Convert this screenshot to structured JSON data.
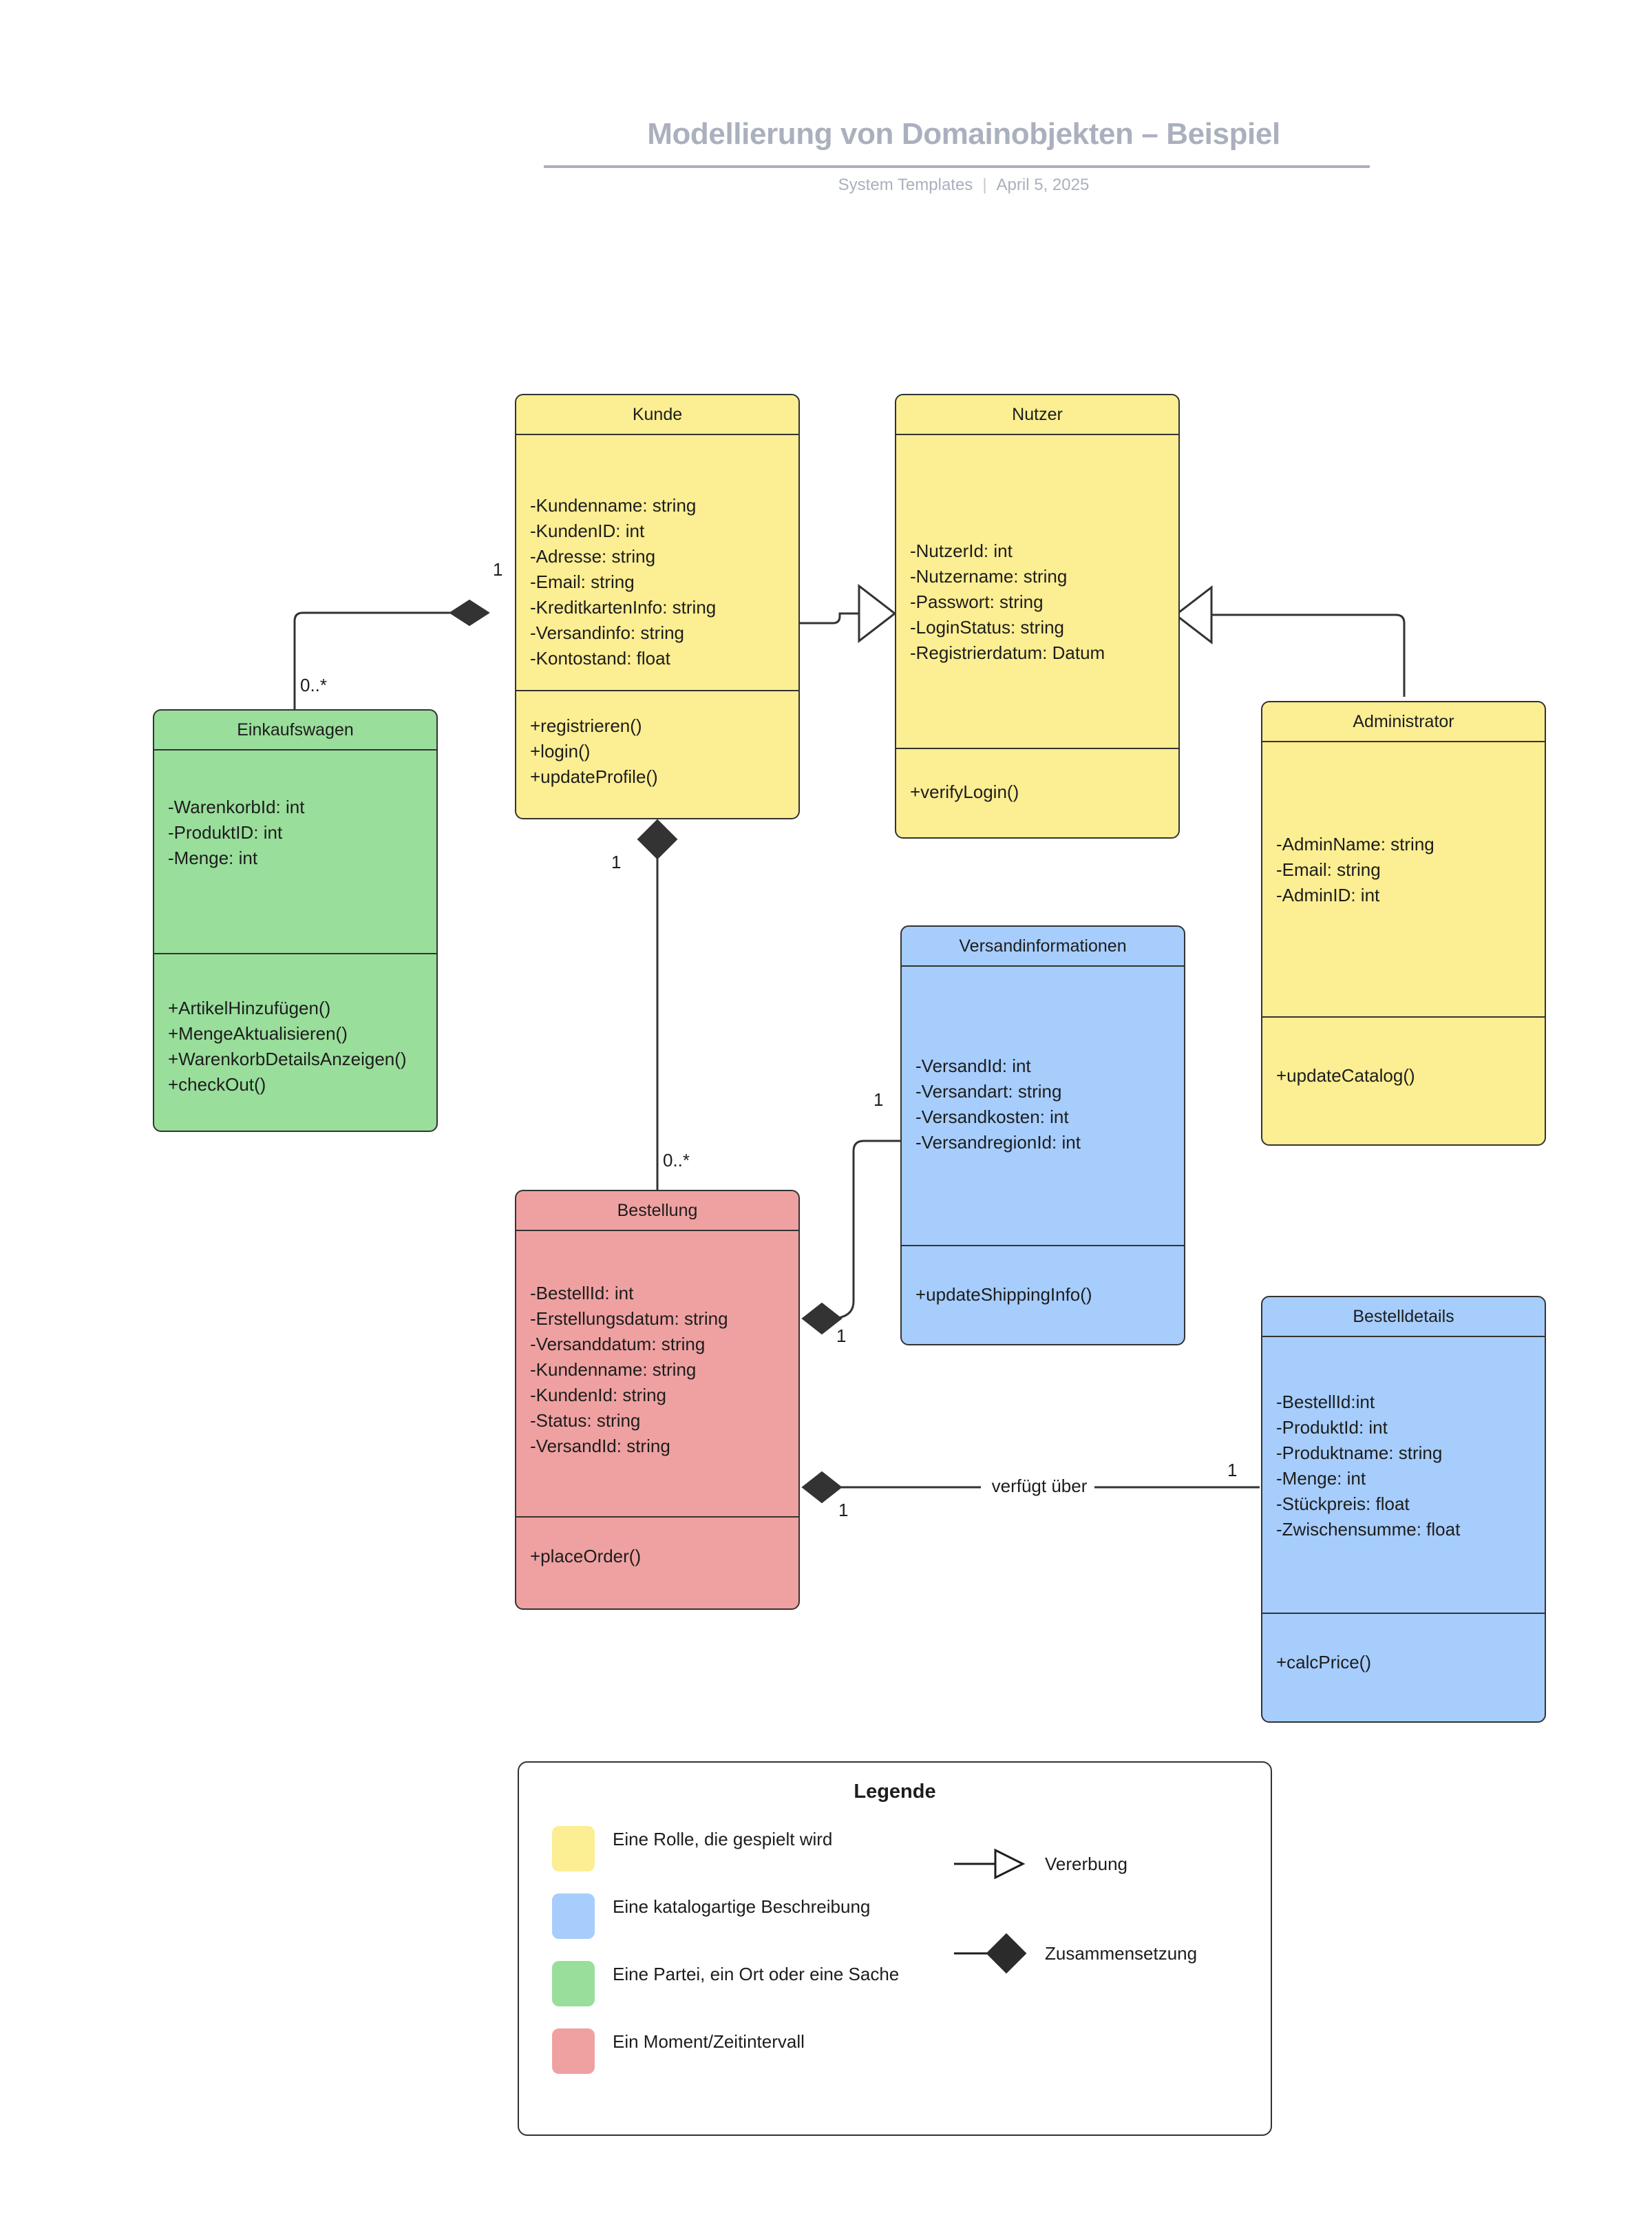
{
  "header": {
    "title": "Modellierung von Domainobjekten – Beispiel",
    "source": "System Templates",
    "date": "April 5, 2025",
    "separator": "|"
  },
  "diagram": {
    "type": "uml-class-diagram",
    "classes": [
      {
        "id": "kunde",
        "name": "Kunde",
        "color": "#FCEE92",
        "category": "Eine Rolle, die gespielt wird",
        "attributes": [
          "-Kundenname: string",
          "-KundenID: int",
          "-Adresse: string",
          "-Email: string",
          "-KreditkartenInfo: string",
          "-Versandinfo: string",
          "-Kontostand: float"
        ],
        "operations": [
          "+registrieren()",
          "+login()",
          "+updateProfile()"
        ]
      },
      {
        "id": "nutzer",
        "name": "Nutzer",
        "color": "#FCEE92",
        "category": "Eine Rolle, die gespielt wird",
        "attributes": [
          "-NutzerId: int",
          "-Nutzername: string",
          "-Passwort: string",
          "-LoginStatus: string",
          "-Registrierdatum: Datum"
        ],
        "operations": [
          "+verifyLogin()"
        ]
      },
      {
        "id": "administrator",
        "name": "Administrator",
        "color": "#FCEE92",
        "category": "Eine Rolle, die gespielt wird",
        "attributes": [
          "-AdminName: string",
          "-Email: string",
          "-AdminID: int"
        ],
        "operations": [
          "+updateCatalog()"
        ]
      },
      {
        "id": "einkaufswagen",
        "name": "Einkaufswagen",
        "color": "#99DE9B",
        "category": "Eine Partei, ein Ort oder eine Sache",
        "attributes": [
          "-WarenkorbId: int",
          "-ProduktID: int",
          "-Menge: int"
        ],
        "operations": [
          "+ArtikelHinzufügen()",
          "+MengeAktualisieren()",
          "+WarenkorbDetailsAnzeigen()",
          "+checkOut()"
        ]
      },
      {
        "id": "bestellung",
        "name": "Bestellung",
        "color": "#EFA1A1",
        "category": "Ein Moment/Zeitintervall",
        "attributes": [
          "-BestellId: int",
          "-Erstellungsdatum: string",
          "-Versanddatum: string",
          "-Kundenname: string",
          "-KundenId: string",
          "-Status: string",
          "-VersandId: string"
        ],
        "operations": [
          "+placeOrder()"
        ]
      },
      {
        "id": "versandinformationen",
        "name": "Versandinformationen",
        "color": "#A6CDFC",
        "category": "Eine katalogartige Beschreibung",
        "attributes": [
          "-VersandId: int",
          "-Versandart: string",
          "-Versandkosten: int",
          "-VersandregionId: int"
        ],
        "operations": [
          "+updateShippingInfo()"
        ]
      },
      {
        "id": "bestelldetails",
        "name": "Bestelldetails",
        "color": "#A6CDFC",
        "category": "Eine katalogartige Beschreibung",
        "attributes": [
          "-BestellId:int",
          "-ProduktId: int",
          "-Produktname: string",
          "-Menge: int",
          "-Stückpreis: float",
          "-Zwischensumme: float"
        ],
        "operations": [
          "+calcPrice()"
        ]
      }
    ],
    "relationships": [
      {
        "id": "r1",
        "from": "kunde",
        "to": "einkaufswagen",
        "type": "composition",
        "from_multiplicity": "1",
        "to_multiplicity": "0..*",
        "label": ""
      },
      {
        "id": "r2",
        "from": "kunde",
        "to": "nutzer",
        "type": "generalization",
        "from_multiplicity": "",
        "to_multiplicity": "",
        "label": ""
      },
      {
        "id": "r3",
        "from": "administrator",
        "to": "nutzer",
        "type": "generalization",
        "from_multiplicity": "",
        "to_multiplicity": "",
        "label": ""
      },
      {
        "id": "r4",
        "from": "kunde",
        "to": "bestellung",
        "type": "composition",
        "from_multiplicity": "1",
        "to_multiplicity": "0..*",
        "label": ""
      },
      {
        "id": "r5",
        "from": "bestellung",
        "to": "versandinformationen",
        "type": "composition",
        "from_multiplicity": "1",
        "to_multiplicity": "1",
        "label": ""
      },
      {
        "id": "r6",
        "from": "bestellung",
        "to": "bestelldetails",
        "type": "composition",
        "from_multiplicity": "1",
        "to_multiplicity": "1",
        "label": "verfügt über"
      }
    ]
  },
  "legend": {
    "title": "Legende",
    "color_items": [
      {
        "color": "#FCEE92",
        "label": "Eine Rolle, die gespielt wird"
      },
      {
        "color": "#A6CDFC",
        "label": "Eine katalogartige Beschreibung"
      },
      {
        "color": "#99DE9B",
        "label": "Eine Partei, ein Ort oder eine Sache"
      },
      {
        "color": "#EFA1A1",
        "label": "Ein Moment/Zeitintervall"
      }
    ],
    "symbol_items": [
      {
        "symbol": "generalization-arrow-icon",
        "label": "Vererbung"
      },
      {
        "symbol": "composition-diamond-icon",
        "label": "Zusammensetzung"
      }
    ]
  }
}
